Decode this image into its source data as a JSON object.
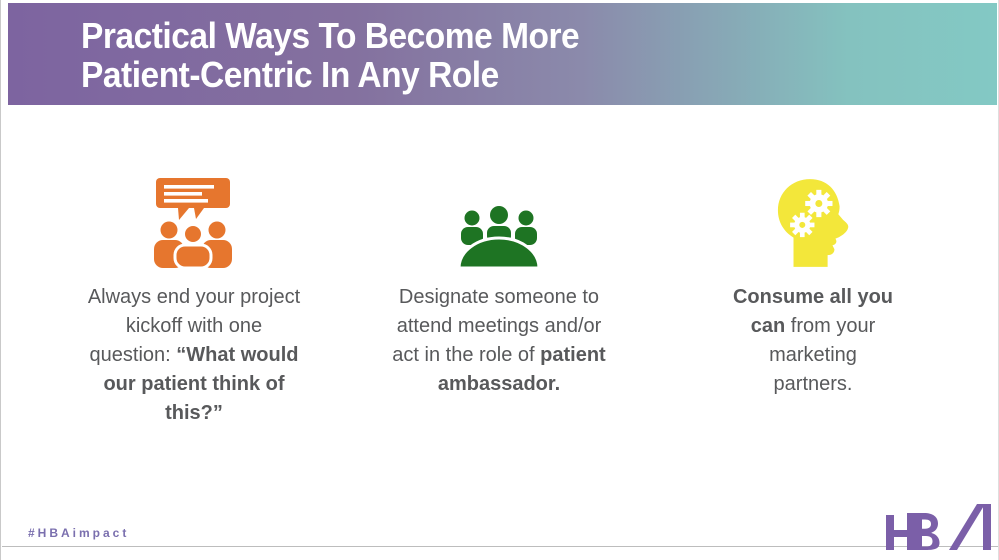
{
  "slide": {
    "title": {
      "line1": "Practical Ways To Become More",
      "line2": "Patient-Centric In Any Role"
    },
    "header_gradient": {
      "from": "#7d64a0",
      "mid": "#8b8aab",
      "to": "#83c9c4"
    },
    "title_color": "#ffffff",
    "text_color": "#58595b",
    "columns": [
      {
        "icon": "presentation-audience-icon",
        "icon_color": "#e6762e",
        "segments": [
          {
            "text": "Always end your project\nkickoff with one\nquestion: ",
            "bold": false
          },
          {
            "text": "“What would\nour patient think of\nthis?”",
            "bold": true
          }
        ]
      },
      {
        "icon": "meeting-table-icon",
        "icon_color": "#1e7423",
        "segments": [
          {
            "text": "Designate someone to\nattend meetings and/or\nact in the role of ",
            "bold": false
          },
          {
            "text": "patient\nambassador.",
            "bold": true
          }
        ]
      },
      {
        "icon": "head-gears-icon",
        "icon_color": "#f3e73a",
        "segments": [
          {
            "text": "Consume all you\ncan",
            "bold": true
          },
          {
            "text": " from your\nmarketing\npartners.",
            "bold": false
          }
        ]
      }
    ],
    "footer": {
      "hashtag": "#HBAimpact",
      "hashtag_color": "#7a6fae",
      "logo": "HBA",
      "logo_color": "#7b5fa8",
      "rule_color": "#bdbdbd"
    }
  }
}
